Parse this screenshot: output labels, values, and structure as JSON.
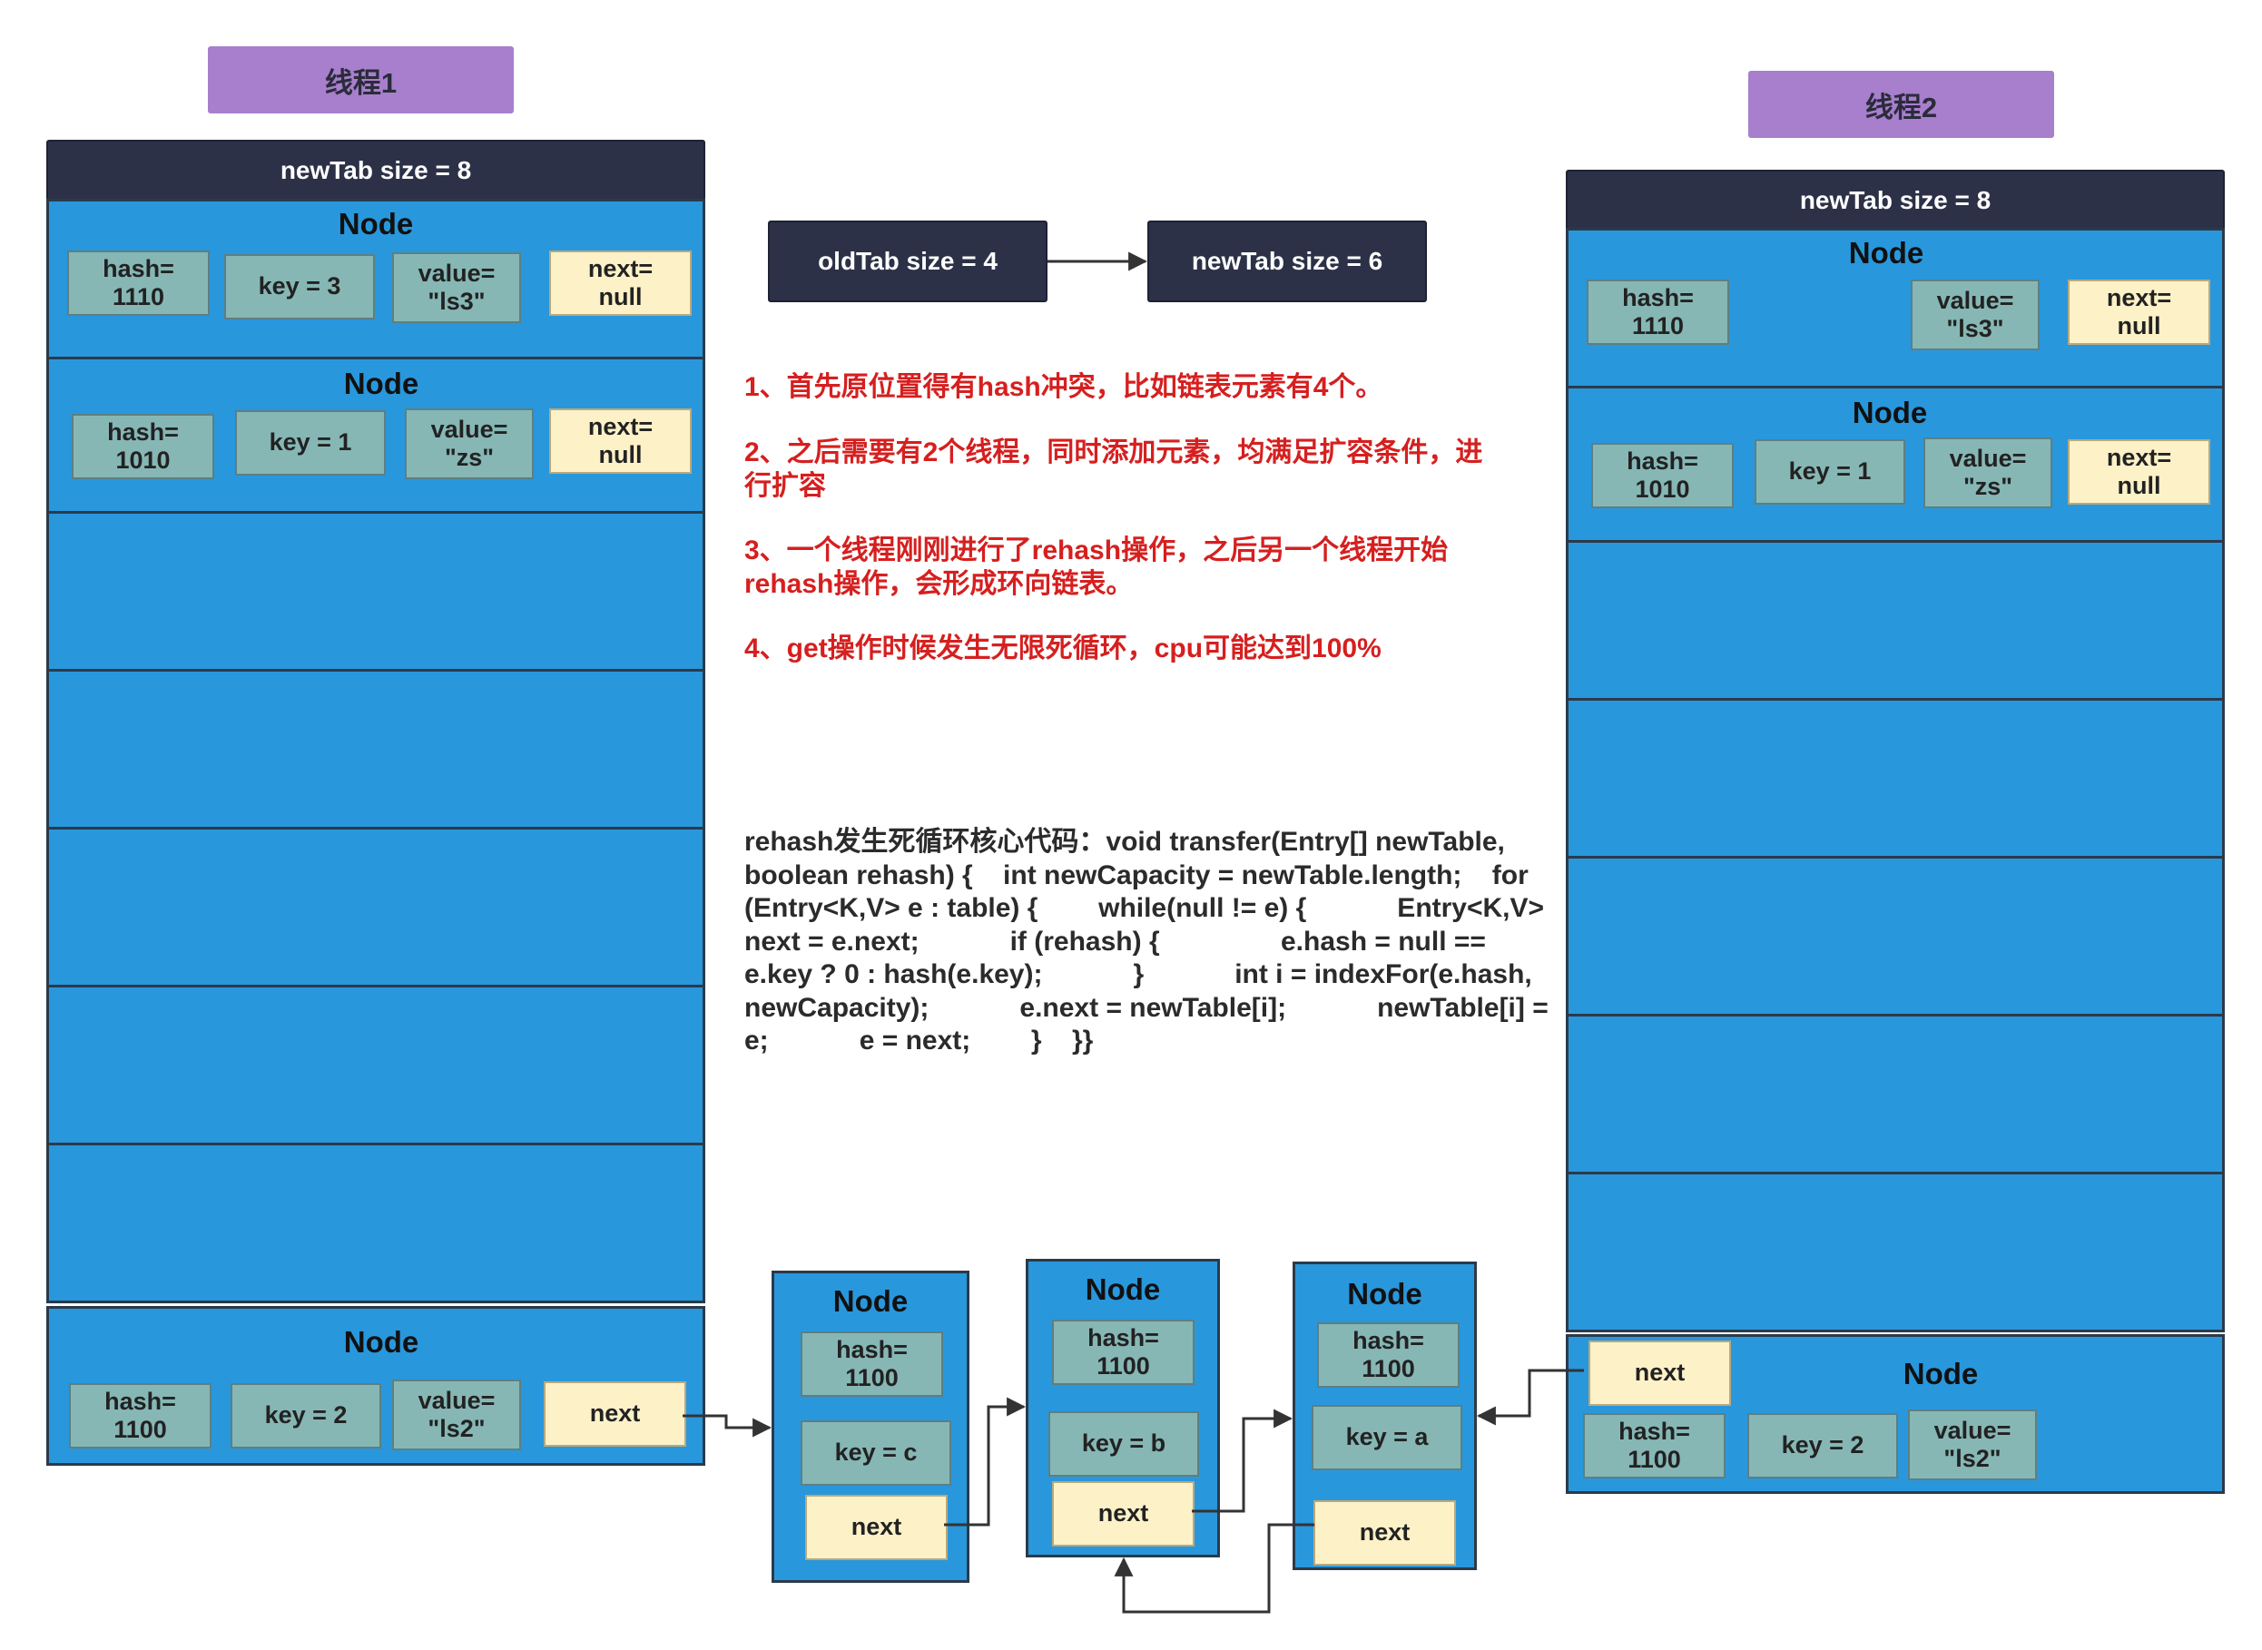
{
  "thread1_label": "线程1",
  "thread2_label": "线程2",
  "newtab_header_left": "newTab   size = 8",
  "newtab_header_right": "newTab   size = 8",
  "oldtab_label": "oldTab   size = 4",
  "newtab_mid_label": "newTab   size = 6",
  "node_title": "Node",
  "left_nodes": [
    {
      "hash": "hash=\n1110",
      "key": "key = 3",
      "value": "value=\n\"ls3\"",
      "next": "next=\nnull"
    },
    {
      "hash": "hash=\n1010",
      "key": "key = 1",
      "value": "value=\n\"zs\"",
      "next": "next=\nnull"
    },
    {
      "hash": "hash=\n1100",
      "key": "key = 2",
      "value": "value=\n\"ls2\"",
      "next": "next"
    }
  ],
  "right_nodes": [
    {
      "hash": "hash=\n1110",
      "value": "value=\n\"ls3\"",
      "next": "next=\nnull"
    },
    {
      "hash": "hash=\n1010",
      "key": "key = 1",
      "value": "value=\n\"zs\"",
      "next": "next=\nnull"
    },
    {
      "hash": "hash=\n1100",
      "key": "key = 2",
      "value": "value=\n\"ls2\"",
      "next": "next"
    }
  ],
  "chain_nodes": [
    {
      "hash": "hash=\n1100",
      "key": "key = c",
      "next": "next"
    },
    {
      "hash": "hash=\n1100",
      "key": "key = b",
      "next": "next"
    },
    {
      "hash": "hash=\n1100",
      "key": "key = a",
      "next": "next"
    }
  ],
  "notes": [
    "1、首先原位置得有hash冲突，比如链表元素有4个。",
    "2、之后需要有2个线程，同时添加元素，均满足扩容条件，进行扩容",
    "3、一个线程刚刚进行了rehash操作，之后另一个线程开始rehash操作，会形成环向链表。",
    "4、get操作时候发生无限死循环，cpu可能达到100%"
  ],
  "code_text": "rehash发生死循环核心代码：void transfer(Entry[] newTable, boolean rehash) {    int newCapacity = newTable.length;    for (Entry<K,V> e : table) {        while(null != e) {            Entry<K,V> next = e.next;            if (rehash) {                e.hash = null == e.key ? 0 : hash(e.key);            }            int i = indexFor(e.hash, newCapacity);            e.next = newTable[i];            newTable[i] = e;            e = next;        }    }}"
}
